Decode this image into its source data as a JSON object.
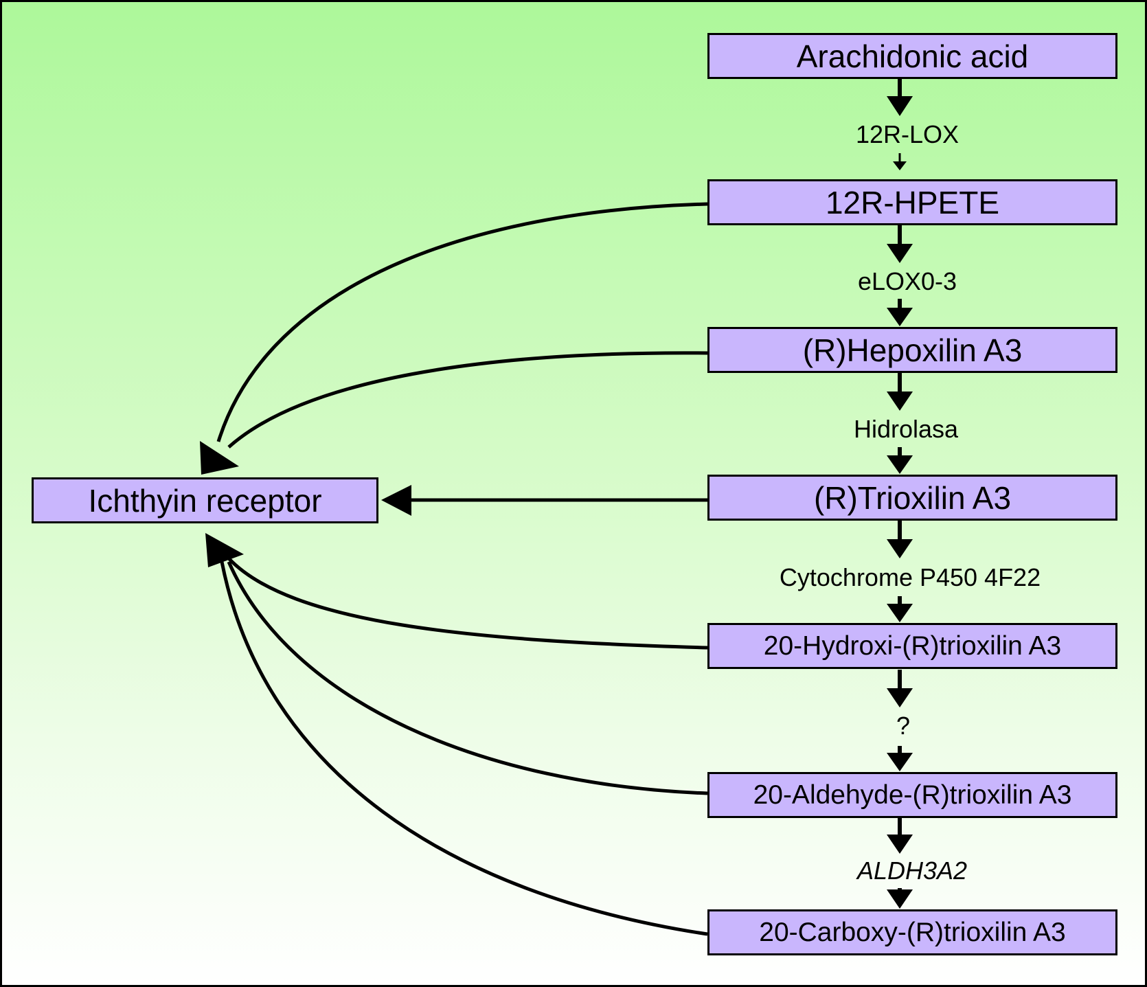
{
  "nodes": {
    "arachidonic_acid": "Arachidonic acid",
    "hpete": "12R-HPETE",
    "hepoxilin": "(R)Hepoxilin A3",
    "trioxilin": "(R)Trioxilin A3",
    "hydroxy_trioxilin": "20-Hydroxi-(R)trioxilin A3",
    "aldehyde_trioxilin": "20-Aldehyde-(R)trioxilin A3",
    "carboxy_trioxilin": "20-Carboxy-(R)trioxilin A3",
    "receptor": "Ichthyin receptor"
  },
  "enzymes": {
    "lox": "12R-LOX",
    "elox": "eLOX0-3",
    "hydrolase": "Hidrolasa",
    "cyp": "Cytochrome P450 4F22",
    "unknown": "?",
    "aldh": "ALDH3A2"
  },
  "colors": {
    "box_fill": "#c9b6fd",
    "background_top": "#adf89a",
    "background_bottom": "#ffffff",
    "line": "#000000"
  }
}
